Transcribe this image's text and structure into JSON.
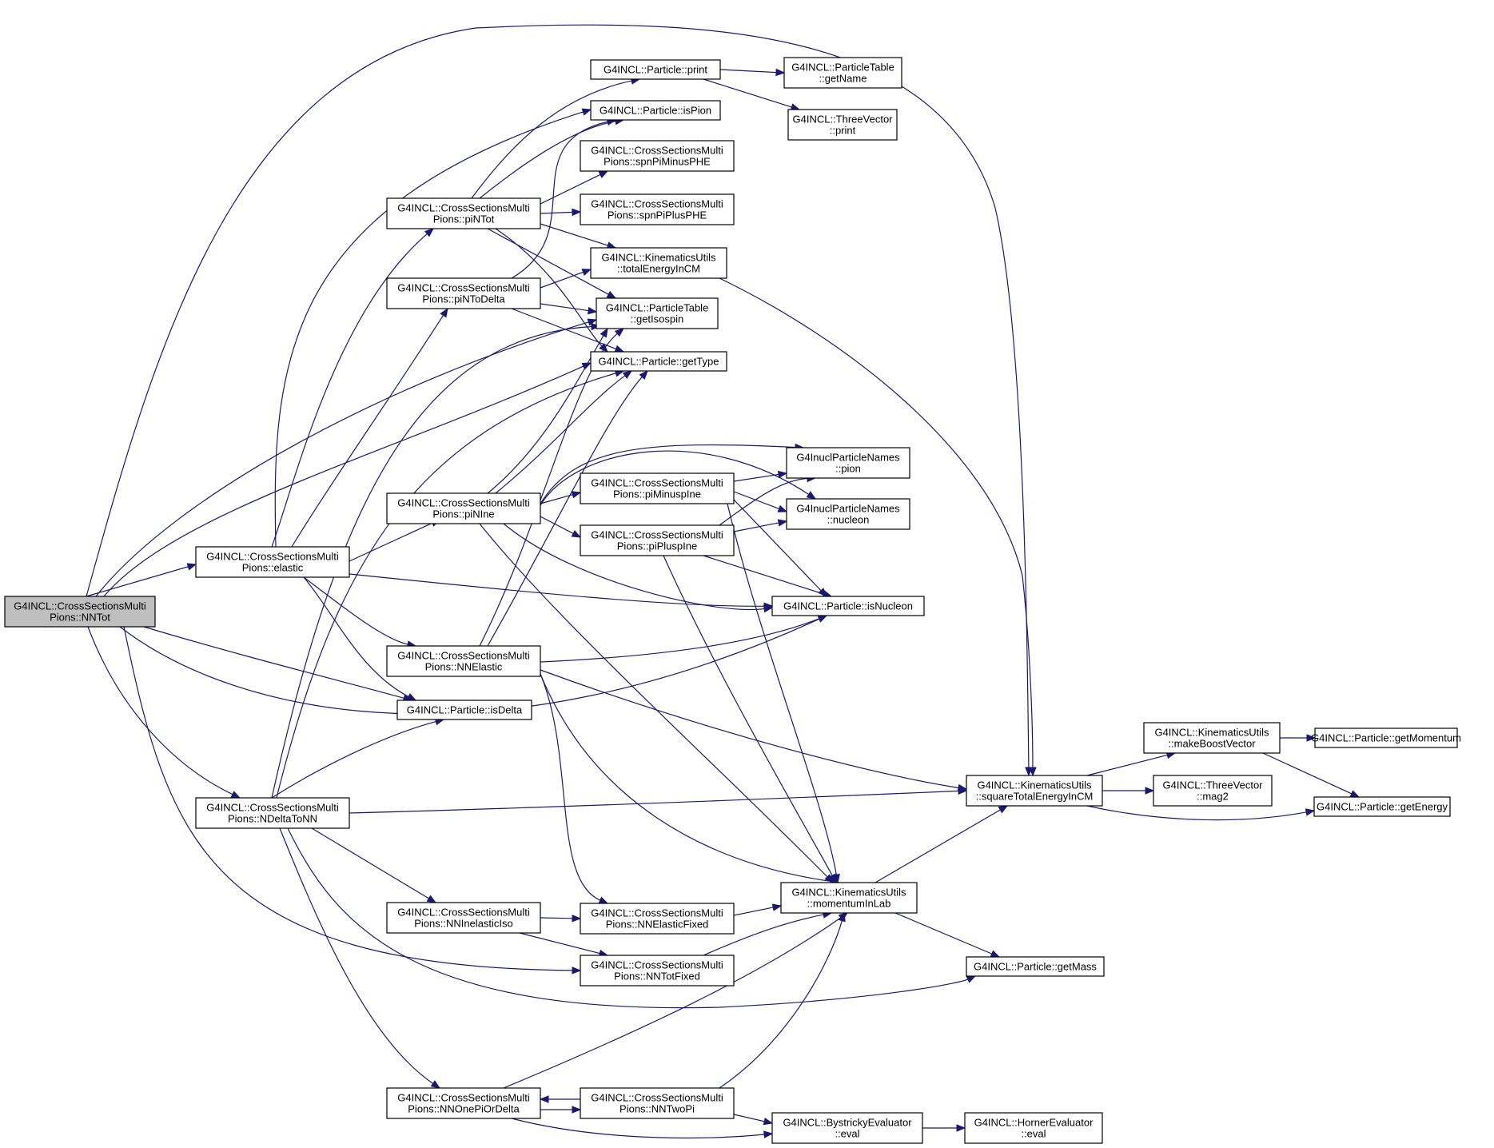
{
  "graph": {
    "colors": {
      "edge": "#191970",
      "node_fill": "#ffffff",
      "root_fill": "#bfbfbf",
      "node_border": "#000000"
    },
    "nodes": {
      "NNTot": {
        "lines": [
          "G4INCL::CrossSectionsMulti",
          "Pions::NNTot"
        ],
        "root": true
      },
      "elastic": {
        "lines": [
          "G4INCL::CrossSectionsMulti",
          "Pions::elastic"
        ]
      },
      "NDeltaToNN": {
        "lines": [
          "G4INCL::CrossSectionsMulti",
          "Pions::NDeltaToNN"
        ]
      },
      "piNTot": {
        "lines": [
          "G4INCL::CrossSectionsMulti",
          "Pions::piNTot"
        ]
      },
      "piNToDelta": {
        "lines": [
          "G4INCL::CrossSectionsMulti",
          "Pions::piNToDelta"
        ]
      },
      "piNIne": {
        "lines": [
          "G4INCL::CrossSectionsMulti",
          "Pions::piNIne"
        ]
      },
      "NNElastic": {
        "lines": [
          "G4INCL::CrossSectionsMulti",
          "Pions::NNElastic"
        ]
      },
      "isDelta": {
        "lines": [
          "G4INCL::Particle::isDelta"
        ]
      },
      "NNInelasticIso": {
        "lines": [
          "G4INCL::CrossSectionsMulti",
          "Pions::NNInelasticIso"
        ]
      },
      "NNOnePiOrDelta": {
        "lines": [
          "G4INCL::CrossSectionsMulti",
          "Pions::NNOnePiOrDelta"
        ]
      },
      "print": {
        "lines": [
          "G4INCL::Particle::print"
        ]
      },
      "isPion": {
        "lines": [
          "G4INCL::Particle::isPion"
        ]
      },
      "spnPiMinusPHE": {
        "lines": [
          "G4INCL::CrossSectionsMulti",
          "Pions::spnPiMinusPHE"
        ]
      },
      "spnPiPlusPHE": {
        "lines": [
          "G4INCL::CrossSectionsMulti",
          "Pions::spnPiPlusPHE"
        ]
      },
      "totalEnergyInCM": {
        "lines": [
          "G4INCL::KinematicsUtils",
          "::totalEnergyInCM"
        ]
      },
      "getIsospin": {
        "lines": [
          "G4INCL::ParticleTable",
          "::getIsospin"
        ]
      },
      "getType": {
        "lines": [
          "G4INCL::Particle::getType"
        ]
      },
      "piMinuspIne": {
        "lines": [
          "G4INCL::CrossSectionsMulti",
          "Pions::piMinuspIne"
        ]
      },
      "piPluspIne": {
        "lines": [
          "G4INCL::CrossSectionsMulti",
          "Pions::piPluspIne"
        ]
      },
      "NNElasticFixed": {
        "lines": [
          "G4INCL::CrossSectionsMulti",
          "Pions::NNElasticFixed"
        ]
      },
      "NNTotFixed": {
        "lines": [
          "G4INCL::CrossSectionsMulti",
          "Pions::NNTotFixed"
        ]
      },
      "NNTwoPi": {
        "lines": [
          "G4INCL::CrossSectionsMulti",
          "Pions::NNTwoPi"
        ]
      },
      "getName": {
        "lines": [
          "G4INCL::ParticleTable",
          "::getName"
        ]
      },
      "tvPrint": {
        "lines": [
          "G4INCL::ThreeVector",
          "::print"
        ]
      },
      "pion": {
        "lines": [
          "G4InuclParticleNames",
          "::pion"
        ]
      },
      "nucleon": {
        "lines": [
          "G4InuclParticleNames",
          "::nucleon"
        ]
      },
      "isNucleon": {
        "lines": [
          "G4INCL::Particle::isNucleon"
        ]
      },
      "momentumInLab": {
        "lines": [
          "G4INCL::KinematicsUtils",
          "::momentumInLab"
        ]
      },
      "getMass": {
        "lines": [
          "G4INCL::Particle::getMass"
        ]
      },
      "bystrickyEval": {
        "lines": [
          "G4INCL::BystrickyEvaluator",
          "::eval"
        ]
      },
      "squareTotalEnergyInCM": {
        "lines": [
          "G4INCL::KinematicsUtils",
          "::squareTotalEnergyInCM"
        ]
      },
      "makeBoostVector": {
        "lines": [
          "G4INCL::KinematicsUtils",
          "::makeBoostVector"
        ]
      },
      "mag2": {
        "lines": [
          "G4INCL::ThreeVector",
          "::mag2"
        ]
      },
      "hornerEval": {
        "lines": [
          "G4INCL::HornerEvaluator",
          "::eval"
        ]
      },
      "getMomentum": {
        "lines": [
          "G4INCL::Particle::getMomentum"
        ]
      },
      "getEnergy": {
        "lines": [
          "G4INCL::Particle::getEnergy"
        ]
      }
    }
  }
}
